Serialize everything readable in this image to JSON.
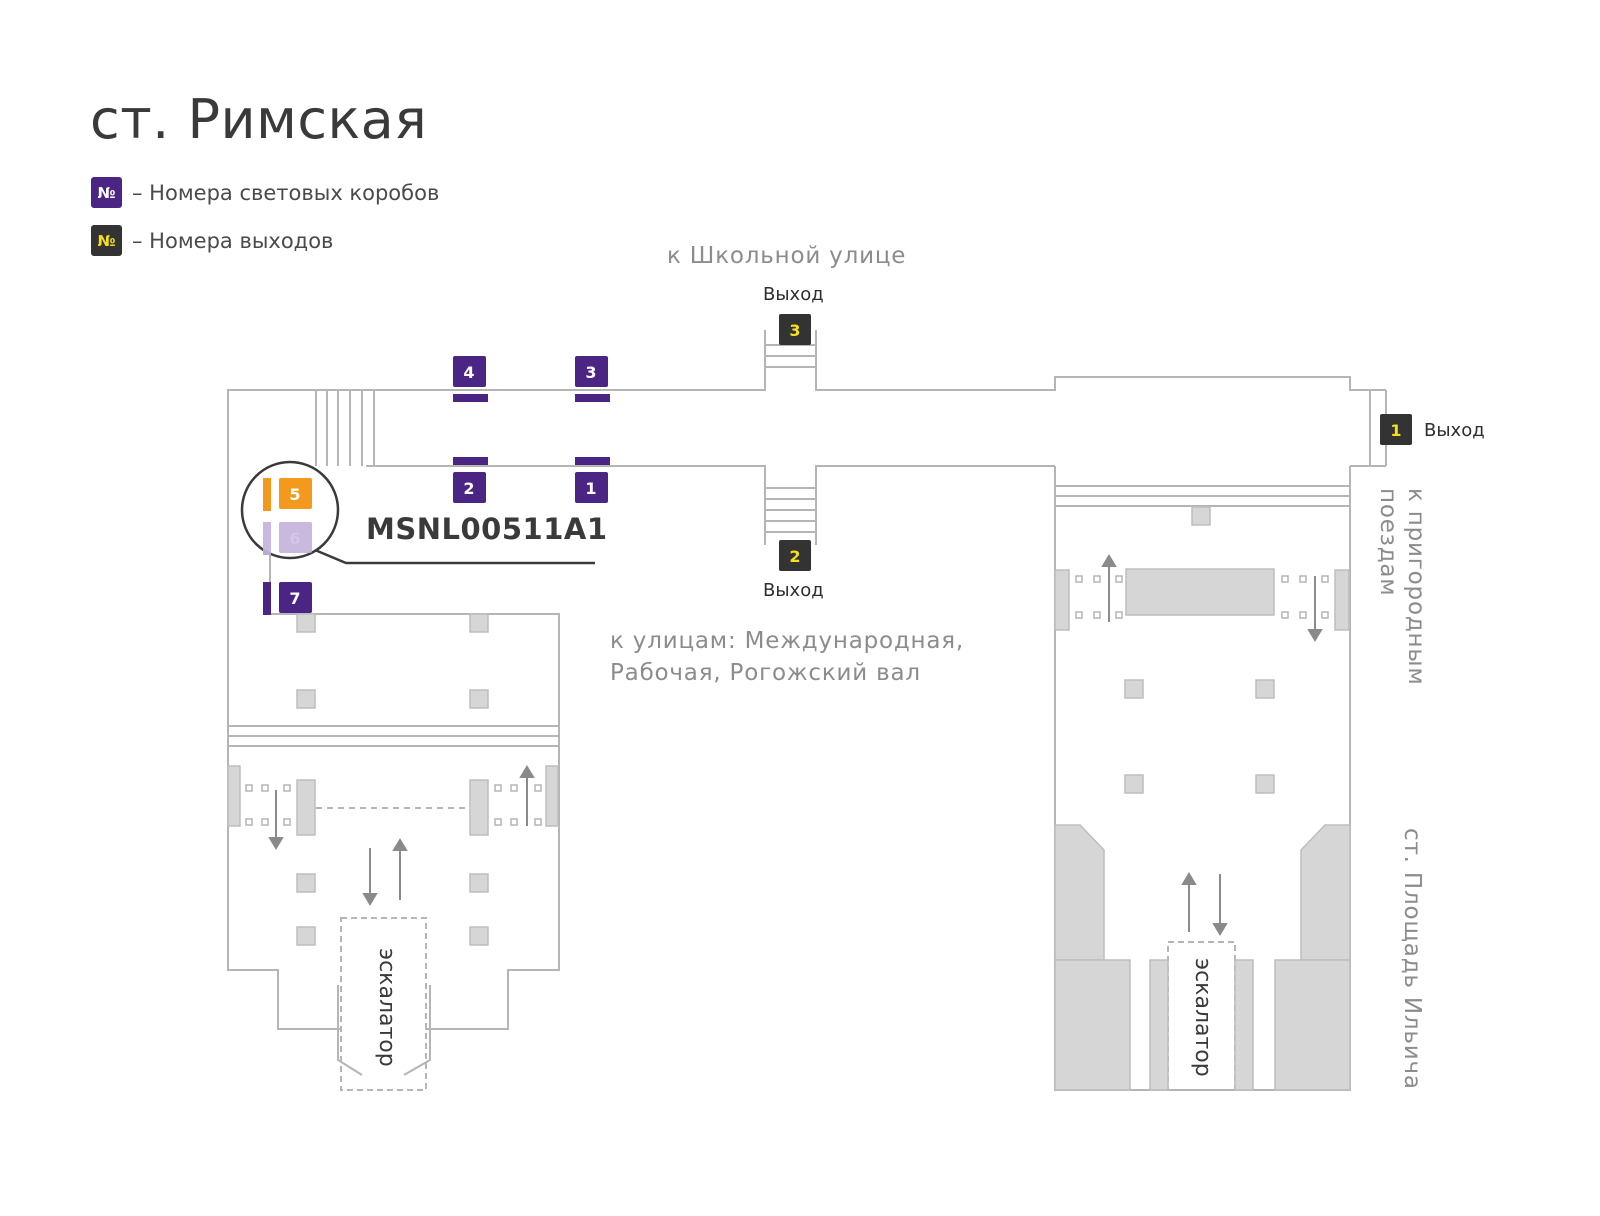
{
  "title": "ст. Римская",
  "legend": {
    "lightbox": {
      "symbol": "№",
      "label": "– Номера световых коробов"
    },
    "exit": {
      "symbol": "№",
      "label": "– Номера выходов"
    }
  },
  "colors": {
    "lightbox": "#4b2584",
    "lightbox_faded": "#c9b8e0",
    "highlight": "#f39a1d",
    "exit_badge_bg": "#333333",
    "exit_badge_fg": "#f5e11a",
    "outline": "#b5b5b5",
    "fill": "#d6d6d6"
  },
  "labels": {
    "to_school_street": "к Школьной улице",
    "to_streets": "к улицам: Международная,",
    "to_streets_2": "Рабочая, Рогожский вал",
    "suburban": "к пригородным поездам",
    "ilyicha": "ст. Площадь Ильича",
    "escalator_left": "эскалатор",
    "escalator_right": "эскалатор"
  },
  "exits": [
    {
      "number": "3",
      "label": "Выход"
    },
    {
      "number": "2",
      "label": "Выход"
    },
    {
      "number": "1",
      "label": "Выход"
    }
  ],
  "lightboxes": [
    "1",
    "2",
    "3",
    "4",
    "5",
    "6",
    "7"
  ],
  "highlighted_lightbox": "5",
  "highlighted_code": "MSNL00511A1"
}
